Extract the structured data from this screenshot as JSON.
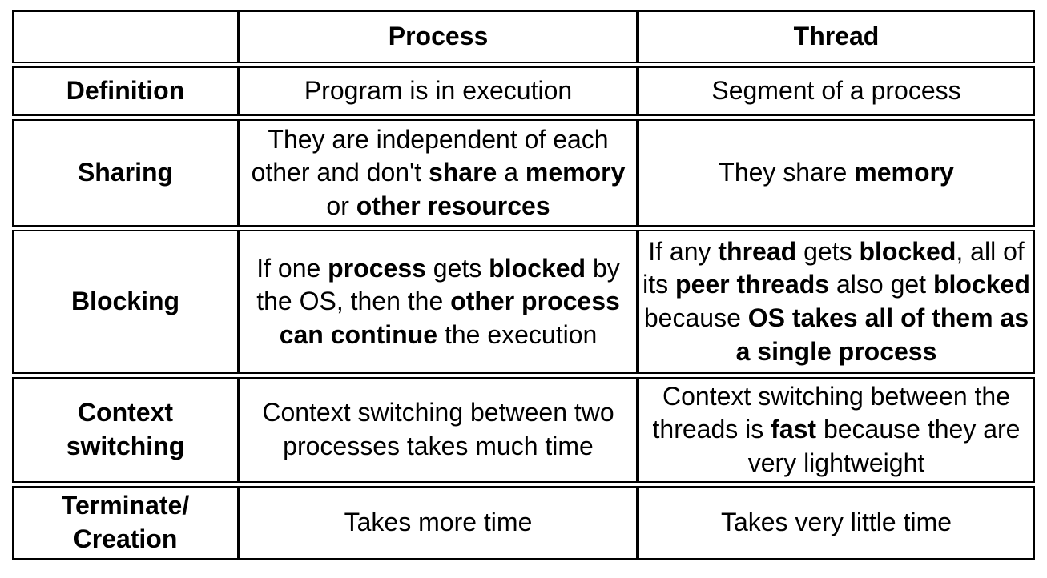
{
  "table": {
    "columns": [
      {
        "label": ""
      },
      {
        "label": "Process"
      },
      {
        "label": "Thread"
      }
    ],
    "rows": [
      {
        "label": "Definition",
        "process": [
          {
            "t": "Program is in execution"
          }
        ],
        "thread": [
          {
            "t": "Segment of a process"
          }
        ]
      },
      {
        "label": "Sharing",
        "process": [
          {
            "t": "They are independent of each other and don't "
          },
          {
            "t": "share",
            "b": true
          },
          {
            "t": " a "
          },
          {
            "t": "memory",
            "b": true
          },
          {
            "t": " or "
          },
          {
            "t": "other resources",
            "b": true
          }
        ],
        "thread": [
          {
            "t": "They share "
          },
          {
            "t": "memory",
            "b": true
          }
        ]
      },
      {
        "label": "Blocking",
        "process": [
          {
            "t": "If one "
          },
          {
            "t": "process",
            "b": true
          },
          {
            "t": " gets "
          },
          {
            "t": "blocked",
            "b": true
          },
          {
            "t": " by the OS, then the "
          },
          {
            "t": "other process can continue",
            "b": true
          },
          {
            "t": " the execution"
          }
        ],
        "thread": [
          {
            "t": "If any "
          },
          {
            "t": "thread",
            "b": true
          },
          {
            "t": " gets "
          },
          {
            "t": "blocked",
            "b": true
          },
          {
            "t": ", all of its "
          },
          {
            "t": "peer threads",
            "b": true
          },
          {
            "t": " also get "
          },
          {
            "t": "blocked",
            "b": true
          },
          {
            "t": " because "
          },
          {
            "t": "OS takes all of them as a single process",
            "b": true
          }
        ]
      },
      {
        "label": "Context\nswitching",
        "process": [
          {
            "t": "Context switching between two processes takes much time"
          }
        ],
        "thread": [
          {
            "t": "Context switching between the threads is "
          },
          {
            "t": "fast",
            "b": true
          },
          {
            "t": " because they are very lightweight"
          }
        ]
      },
      {
        "label": "Terminate/\nCreation",
        "process": [
          {
            "t": "Takes more time"
          }
        ],
        "thread": [
          {
            "t": "Takes very little time"
          }
        ]
      }
    ]
  }
}
